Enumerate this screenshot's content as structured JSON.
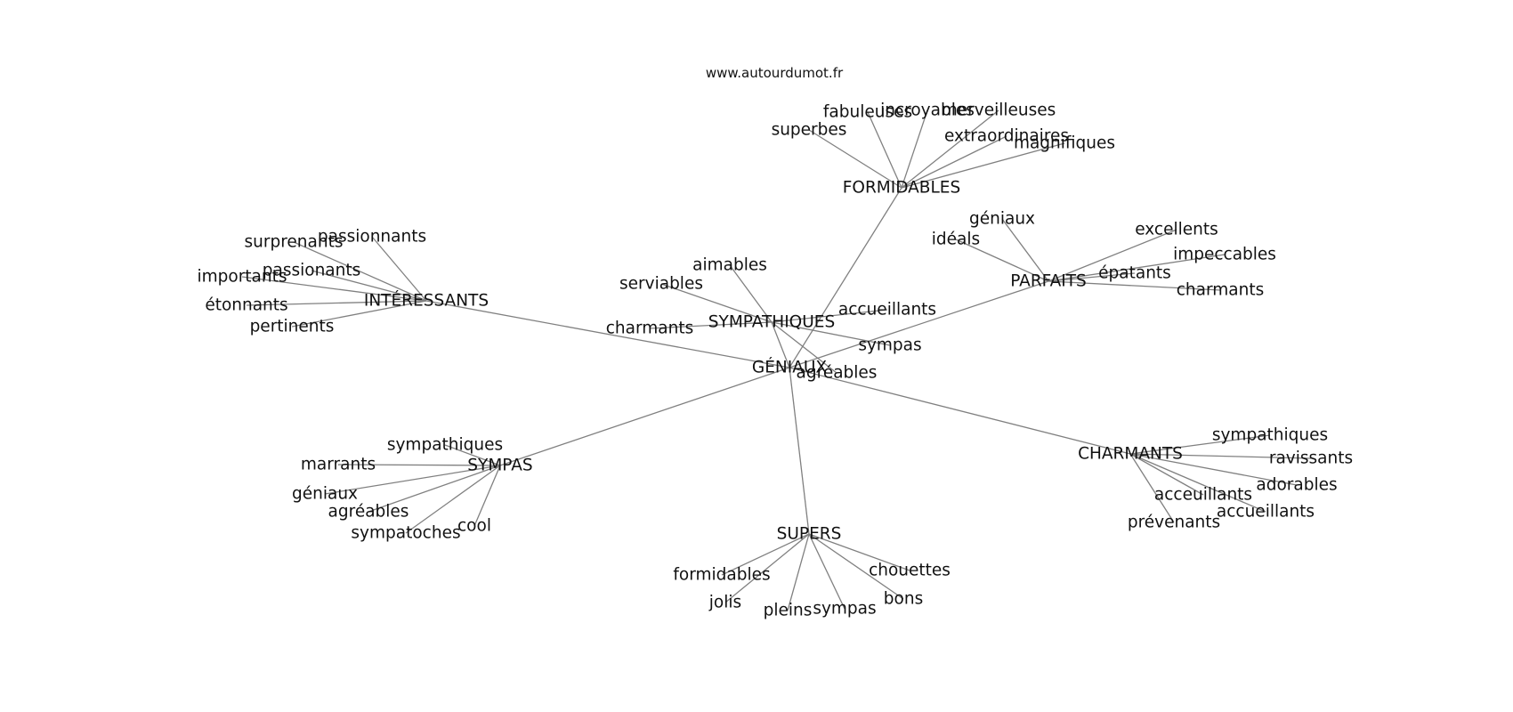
{
  "source": "www.autourdumot.fr",
  "graph": {
    "center": "GÉNIAUX",
    "hubs": [
      {
        "label": "FORMIDABLES",
        "leaves": [
          "superbes",
          "fabuleuses",
          "incroyables",
          "merveilleuses",
          "extraordinaires",
          "magnifiques"
        ]
      },
      {
        "label": "PARFAITS",
        "leaves": [
          "géniaux",
          "idéals",
          "excellents",
          "impeccables",
          "épatants",
          "charmants"
        ]
      },
      {
        "label": "INTÉRESSANTS",
        "leaves": [
          "surprenants",
          "passionnants",
          "passionants",
          "importants",
          "étonnants",
          "pertinents"
        ]
      },
      {
        "label": "SYMPATHIQUES",
        "leaves": [
          "aimables",
          "serviables",
          "charmants",
          "accueillants",
          "sympas",
          "agréables"
        ]
      },
      {
        "label": "SYMPAS",
        "leaves": [
          "sympathiques",
          "marrants",
          "géniaux",
          "agréables",
          "sympatoches",
          "cool"
        ]
      },
      {
        "label": "SUPERS",
        "leaves": [
          "formidables",
          "jolis",
          "pleins",
          "sympas",
          "bons",
          "chouettes"
        ]
      },
      {
        "label": "CHARMANTS",
        "leaves": [
          "sympathiques",
          "ravissants",
          "adorables",
          "acceuillants",
          "accueillants",
          "prévenants"
        ]
      }
    ]
  }
}
